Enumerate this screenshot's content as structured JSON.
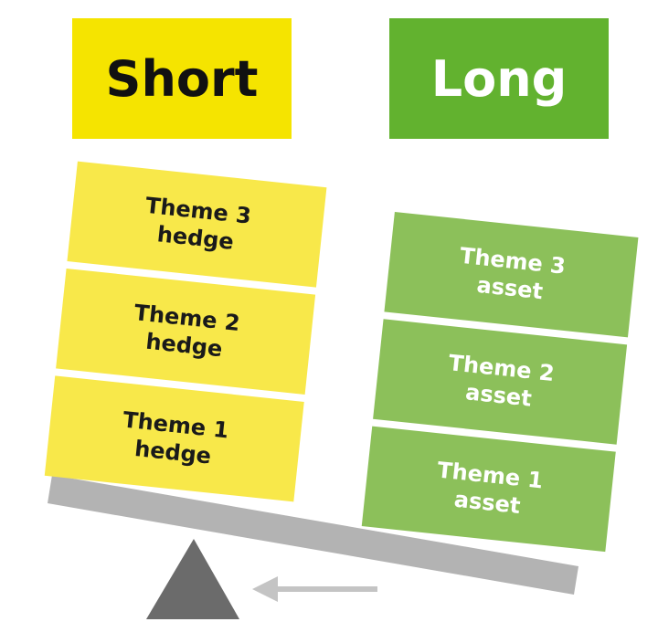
{
  "short_label": "Short",
  "long_label": "Long",
  "hedges": [
    {
      "line1": "Theme 3",
      "line2": "hedge"
    },
    {
      "line1": "Theme 2",
      "line2": "hedge"
    },
    {
      "line1": "Theme 1",
      "line2": "hedge"
    }
  ],
  "assets": [
    {
      "line1": "Theme 3",
      "line2": "asset"
    },
    {
      "line1": "Theme 2",
      "line2": "asset"
    },
    {
      "line1": "Theme 1",
      "line2": "asset"
    }
  ],
  "colors": {
    "short_header": "#f5e400",
    "long_header": "#62b22f",
    "hedge_block": "#f8e84a",
    "asset_block": "#8cc05a",
    "beam": "#b3b3b3",
    "fulcrum": "#6b6b6b",
    "arrow": "#c4c4c4"
  }
}
